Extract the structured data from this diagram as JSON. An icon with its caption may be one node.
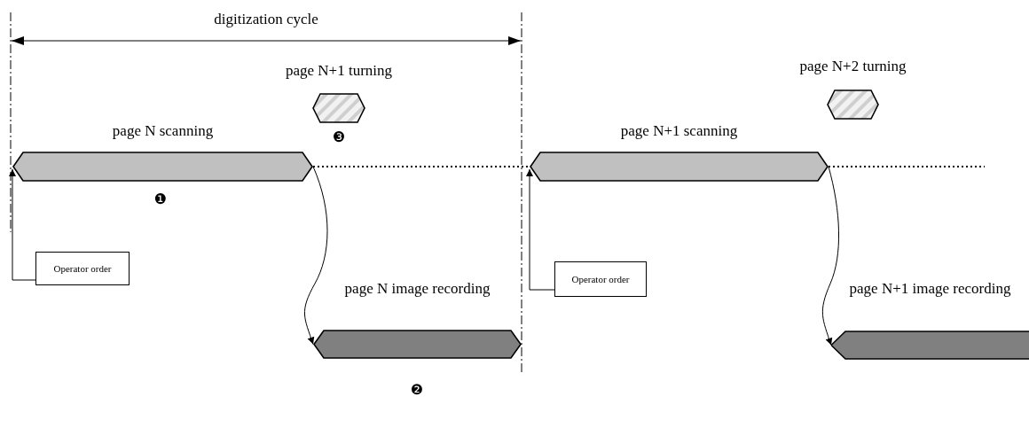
{
  "diagram": {
    "nodes": [
      {
        "text": [
          "page N scanning"
        ],
        "beside": [
          "❶"
        ]
      },
      {
        "text": [
          "page N+1 turning"
        ],
        "beside": [
          "❸"
        ]
      },
      {
        "text": [
          "Operator order"
        ]
      },
      {
        "text": [
          "page N image recording"
        ]
      },
      {
        "text": [
          "page N+1 scanning"
        ]
      },
      {
        "text": [
          "page N+2 turning"
        ]
      },
      {
        "text": [
          "Operator order"
        ]
      },
      {
        "text": [
          "page N+1 image recording"
        ]
      }
    ],
    "edges": [
      {
        "from": 2,
        "to": 0,
        "arrow": "to"
      },
      {
        "from": 0,
        "to": 3,
        "arrow": "to"
      },
      {
        "from": 0,
        "to": 4,
        "arrow": "none",
        "style": "dashed"
      },
      {
        "from": 6,
        "to": 4,
        "arrow": "to"
      },
      {
        "from": 4,
        "to": 7,
        "arrow": "to"
      },
      {
        "from": 4,
        "to": null,
        "arrow": "none",
        "style": "dashed"
      }
    ],
    "labels": [
      "digitization cycle",
      "❷"
    ]
  }
}
